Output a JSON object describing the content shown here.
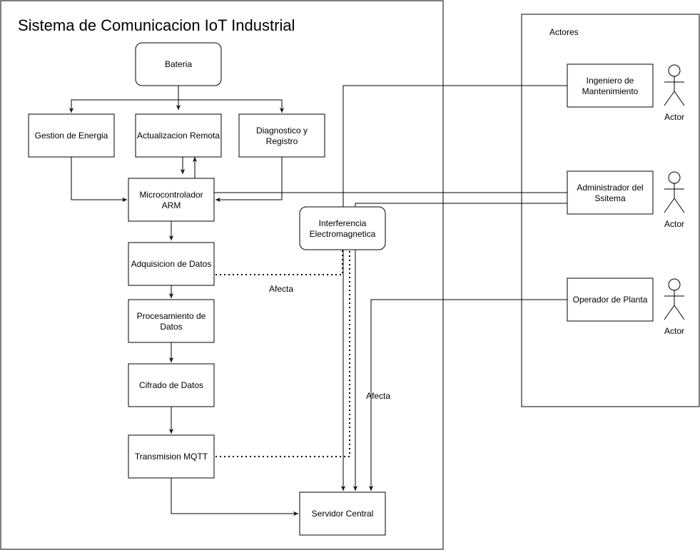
{
  "diagram": {
    "title": "Sistema de Comunicacion IoT Industrial",
    "actors_frame_label": "Actores",
    "nodes": {
      "bateria": "Bateria",
      "gestion": "Gestion de Energia",
      "actualizacion": "Actualizacion Remota",
      "diagnostico": [
        "Diagnostico y",
        "Registro"
      ],
      "micro": [
        "Microcontrolador",
        "ARM"
      ],
      "adquisicion": "Adquisicion de Datos",
      "procesamiento": [
        "Procesamiento de",
        "Datos"
      ],
      "cifrado": "Cifrado de Datos",
      "transmision": "Transmision MQTT",
      "interferencia": [
        "Interferencia",
        "Electromagnetica"
      ],
      "servidor": "Servidor Central",
      "ingeniero": [
        "Ingeniero de",
        "Mantenimiento"
      ],
      "administrador": [
        "Administrador del",
        "Ssitema"
      ],
      "operador": "Operador de Planta"
    },
    "actor_labels": [
      "Actor",
      "Actor",
      "Actor"
    ],
    "edge_labels": {
      "afecta_1": "Afecta",
      "afecta_2": "Afecta"
    }
  }
}
